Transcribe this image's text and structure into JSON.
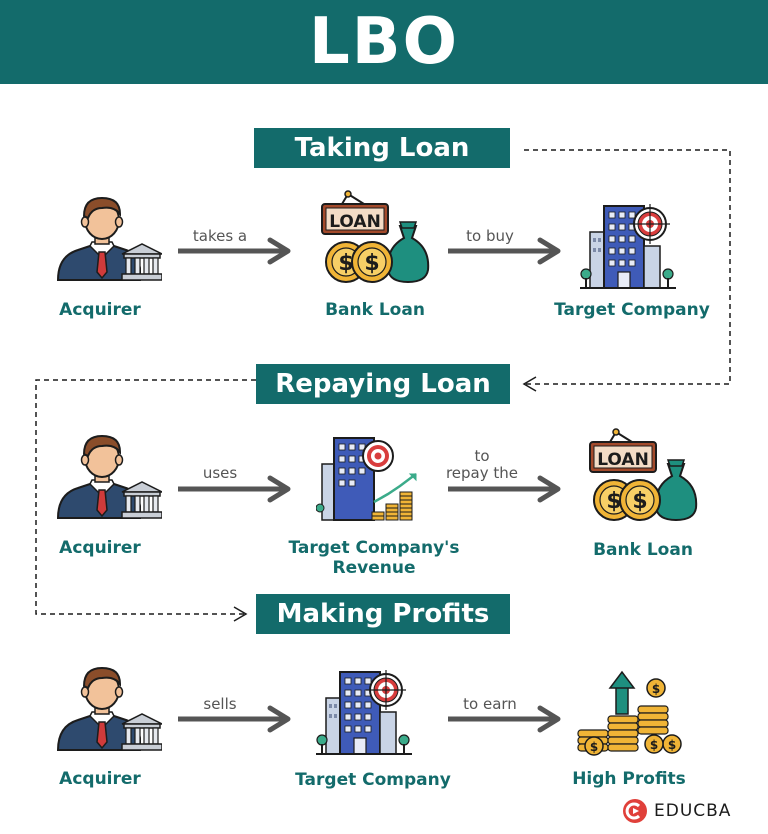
{
  "title": "LBO",
  "colors": {
    "teal": "#136b6b",
    "arrow": "#555555",
    "loan_board": "#a34a2b",
    "coin": "#f0b436",
    "bag": "#1e8f7f",
    "building": "#3f5bb8",
    "logo_red": "#e0403a"
  },
  "sections": [
    {
      "title": "Taking Loan",
      "items": [
        {
          "label": "Acquirer",
          "icon": "acquirer-icon"
        },
        {
          "label": "Bank Loan",
          "icon": "bank-loan-icon",
          "board_text": "LOAN"
        },
        {
          "label": "Target Company",
          "icon": "target-company-icon"
        }
      ],
      "arrows": [
        "takes a",
        "to buy"
      ]
    },
    {
      "title": "Repaying Loan",
      "items": [
        {
          "label": "Acquirer",
          "icon": "acquirer-icon"
        },
        {
          "label_line1": "Target Company's",
          "label_line2": "Revenue",
          "icon": "revenue-icon"
        },
        {
          "label": "Bank Loan",
          "icon": "bank-loan-icon",
          "board_text": "LOAN"
        }
      ],
      "arrows": [
        "uses",
        {
          "line1": "to",
          "line2": "repay the"
        }
      ]
    },
    {
      "title": "Making Profits",
      "items": [
        {
          "label": "Acquirer",
          "icon": "acquirer-icon"
        },
        {
          "label": "Target Company",
          "icon": "target-company-icon"
        },
        {
          "label": "High Profits",
          "icon": "high-profits-icon"
        }
      ],
      "arrows": [
        "sells",
        "to earn"
      ]
    }
  ],
  "logo": {
    "text": "EDUCBA"
  }
}
